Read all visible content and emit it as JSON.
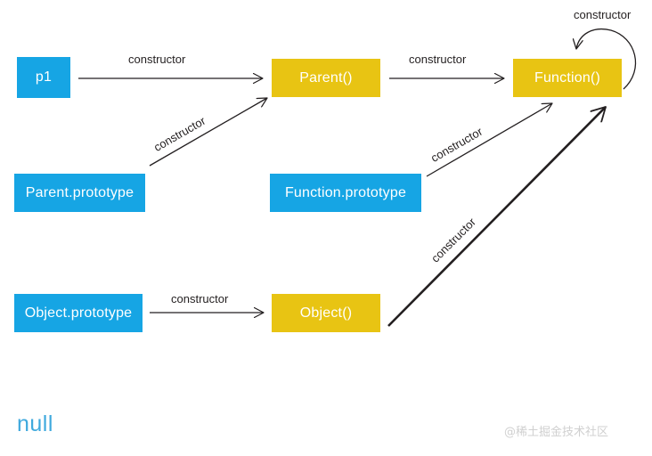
{
  "diagram": {
    "title": "JavaScript constructor relationship diagram",
    "colors": {
      "blue": "#16a5e4",
      "yellow": "#e8c413",
      "line": "#231f20",
      "null_text": "#3fa9dd",
      "watermark": "#d0d0d0",
      "background": "#ffffff"
    },
    "nodes": [
      {
        "id": "p1",
        "label": "p1",
        "kind": "instance",
        "color": "blue"
      },
      {
        "id": "parent_ctor",
        "label": "Parent()",
        "kind": "constructor",
        "color": "yellow"
      },
      {
        "id": "function_ctor",
        "label": "Function()",
        "kind": "constructor",
        "color": "yellow"
      },
      {
        "id": "parent_prototype",
        "label": "Parent.prototype",
        "kind": "prototype",
        "color": "blue"
      },
      {
        "id": "function_prototype",
        "label": "Function.prototype",
        "kind": "prototype",
        "color": "blue"
      },
      {
        "id": "object_prototype",
        "label": "Object.prototype",
        "kind": "prototype",
        "color": "blue"
      },
      {
        "id": "object_ctor",
        "label": "Object()",
        "kind": "constructor",
        "color": "yellow"
      }
    ],
    "edges": [
      {
        "id": "e1",
        "from": "p1",
        "to": "parent_ctor",
        "label": "constructor"
      },
      {
        "id": "e2",
        "from": "parent_ctor",
        "to": "function_ctor",
        "label": "constructor"
      },
      {
        "id": "e3",
        "from": "parent_prototype",
        "to": "parent_ctor",
        "label": "constructor"
      },
      {
        "id": "e4",
        "from": "function_prototype",
        "to": "function_ctor",
        "label": "constructor"
      },
      {
        "id": "e5",
        "from": "object_prototype",
        "to": "object_ctor",
        "label": "constructor"
      },
      {
        "id": "e6",
        "from": "object_ctor",
        "to": "function_ctor",
        "label": "constructor"
      },
      {
        "id": "e7",
        "from": "function_ctor",
        "to": "function_ctor",
        "label": "constructor"
      }
    ],
    "null_label": "null",
    "watermark": "@稀土掘金技术社区"
  }
}
